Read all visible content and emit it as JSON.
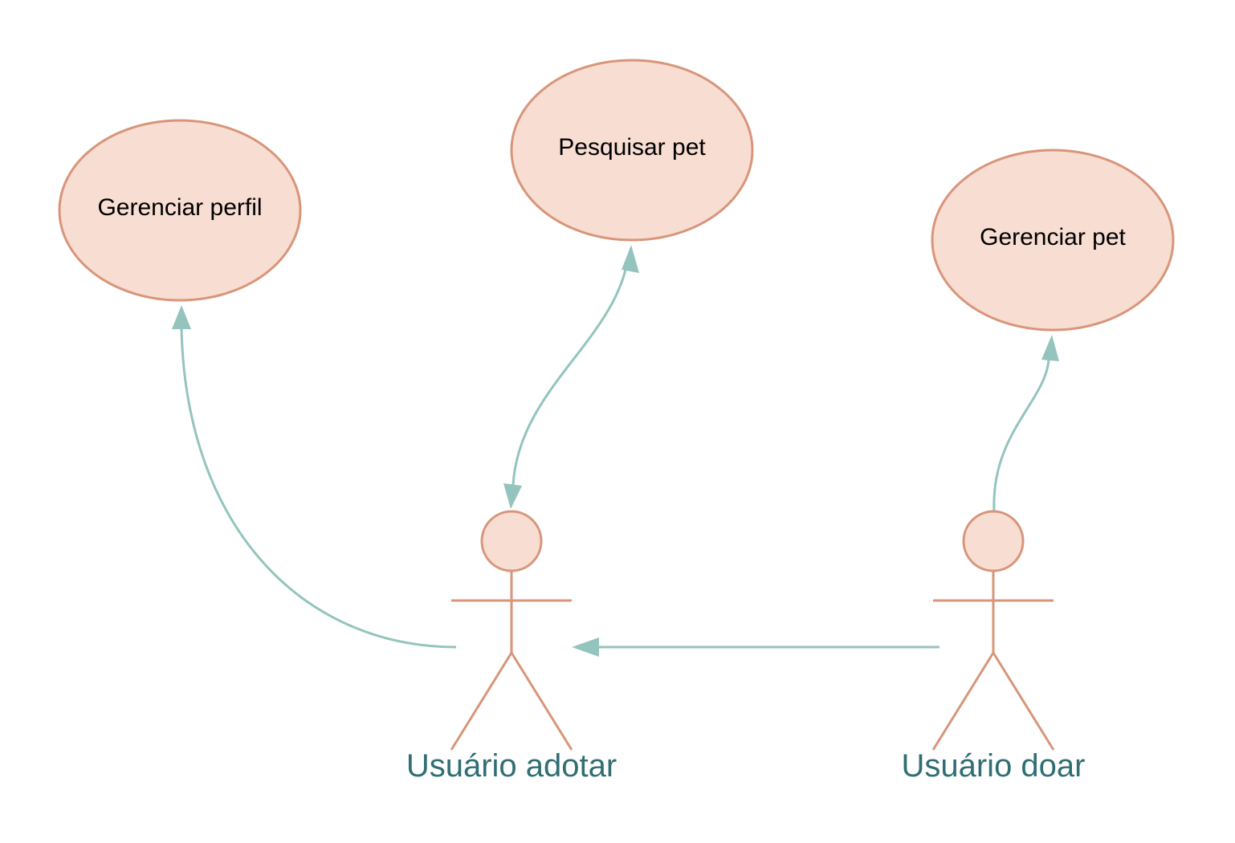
{
  "use_cases": {
    "manage_profile": "Gerenciar perfil",
    "search_pet": "Pesquisar pet",
    "manage_pet": "Gerenciar pet"
  },
  "actors": {
    "adopter": "Usuário adotar",
    "donor": "Usuário doar"
  },
  "colors": {
    "usecase_fill": "#f8ddd3",
    "usecase_stroke": "#d8957a",
    "connector": "#94c4bd",
    "actor_label": "#2f6e73"
  }
}
